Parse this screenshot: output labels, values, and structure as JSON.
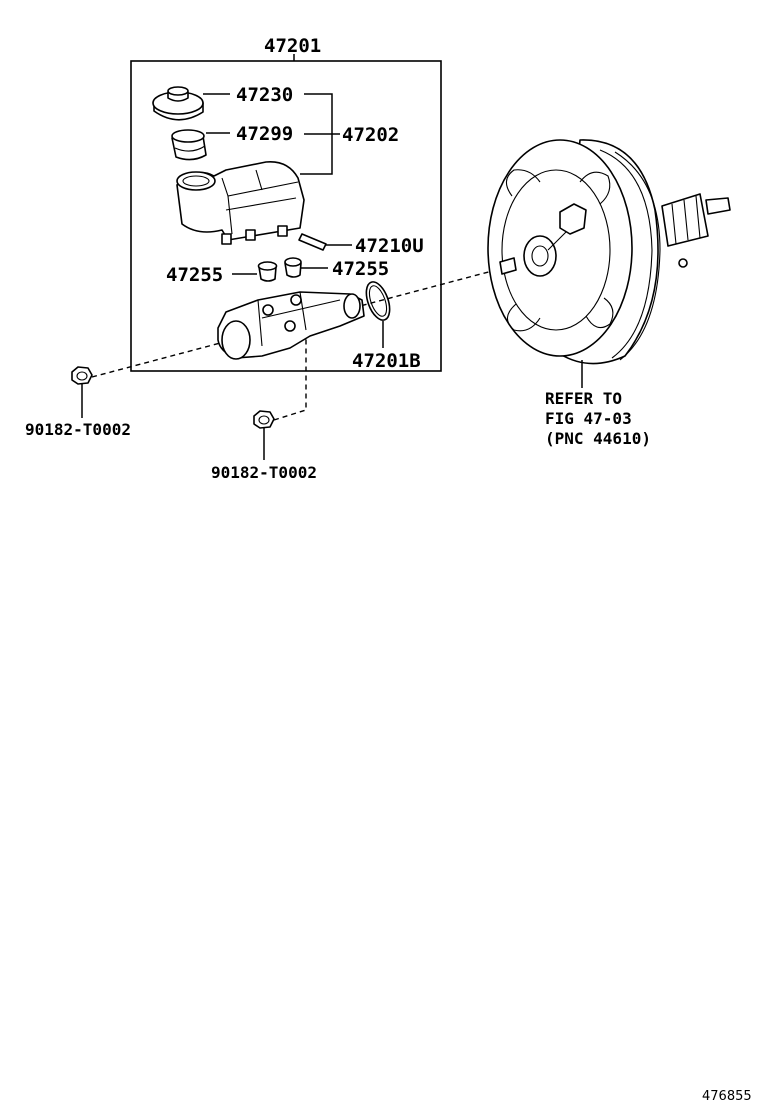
{
  "labels": {
    "assembly": "47201",
    "cap": "47230",
    "strainer": "47299",
    "reservoir": "47202",
    "pin": "47210U",
    "grommet_left": "47255",
    "grommet_right": "47255",
    "oring": "47201B",
    "nut_left": "90182-T0002",
    "nut_bottom": "90182-T0002",
    "refer_line1": "REFER TO",
    "refer_line2": "FIG 47-03",
    "refer_line3": "(PNC 44610)",
    "figure_id": "476855"
  }
}
